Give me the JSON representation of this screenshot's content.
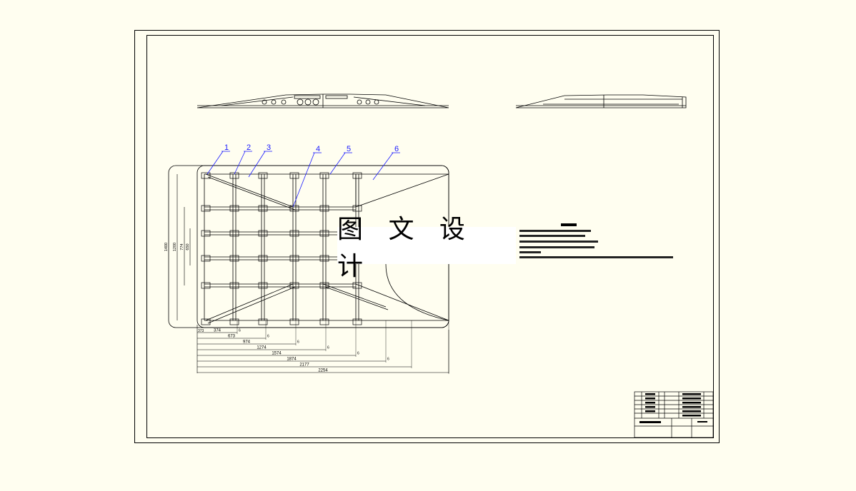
{
  "drawing": {
    "balloons": [
      "1",
      "2",
      "3",
      "4",
      "5",
      "6"
    ],
    "dimensions_bottom": [
      "374",
      "673",
      "974",
      "1274",
      "1574",
      "1874",
      "2177",
      "2254"
    ],
    "dimensions_left": [
      "1400",
      "1200",
      "774",
      "650"
    ],
    "dimension_small": "6",
    "corner_dim": "373"
  },
  "watermark": "图 文 设 计",
  "colors": {
    "paper": "#fffef0",
    "line": "#000000",
    "balloon": "#1a1aff"
  }
}
